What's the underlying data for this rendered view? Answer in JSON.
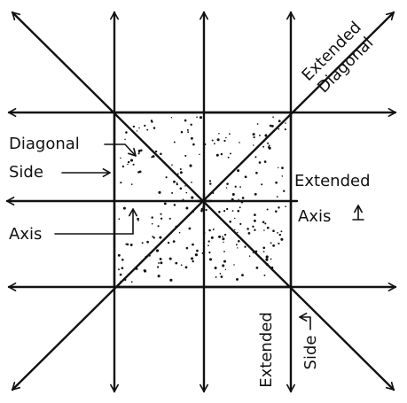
{
  "labels": {
    "extended_diagonal_line1": "Extended",
    "extended_diagonal_line2": "Diagonal",
    "diagonal": "Diagonal",
    "side": "Side",
    "axis_left": "Axis",
    "extended_axis_line1": "Extended",
    "extended_axis_line2": "Axis",
    "extended_side_line1": "Extended",
    "extended_side_line2": "Side"
  },
  "colors": {
    "ink": "#111111",
    "paper": "#ffffff"
  }
}
